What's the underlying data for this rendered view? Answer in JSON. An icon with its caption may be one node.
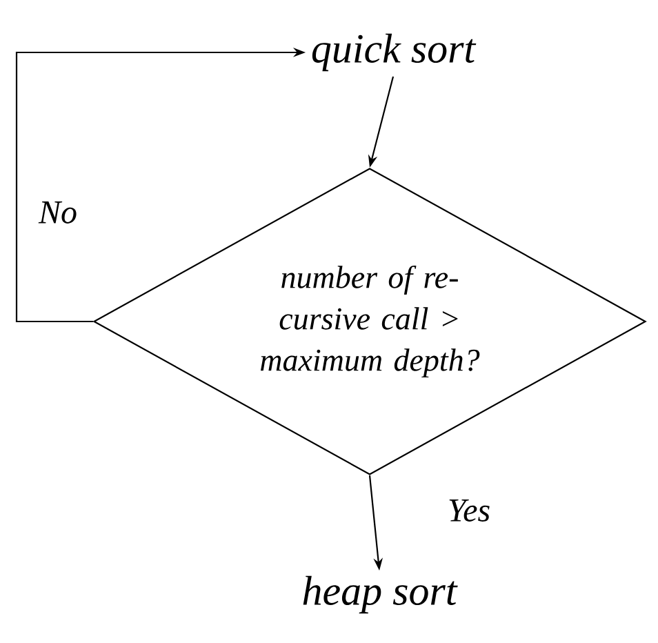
{
  "diagram": {
    "nodes": [
      {
        "text": [
          "quick sort"
        ]
      },
      {
        "text": [
          "number of re- cursive call > maximum depth?"
        ]
      },
      {
        "text": [
          "heap sort"
        ]
      }
    ],
    "edges": [
      {
        "from": 0,
        "to": 1,
        "arrow": "to"
      },
      {
        "from": 1,
        "to": 2,
        "arrow": "to",
        "label": "Yes"
      },
      {
        "from": 1,
        "to": 0,
        "arrow": "to",
        "label": "No"
      }
    ]
  }
}
